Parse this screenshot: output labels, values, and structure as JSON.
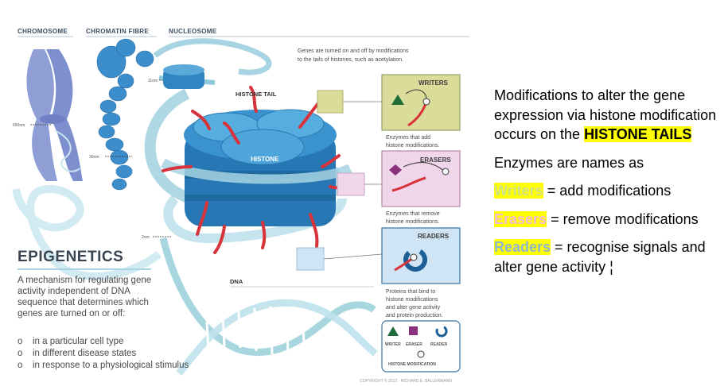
{
  "figure": {
    "headers": [
      "CHROMOSOME",
      "CHROMATIN FIBRE",
      "NUCLEOSOME"
    ],
    "intro": [
      "Genes are turned on and off by modifications",
      "to the tails of histones, such as acetylation."
    ],
    "scale_labels": [
      "11nm",
      "650nm",
      "30nm",
      "2nm"
    ],
    "histone_tail_label": "HISTONE TAIL",
    "histone_label": "HISTONE",
    "dna_label": "DNA",
    "writers": {
      "title": "WRITERS",
      "caption": [
        "Enzymes that add",
        "histone modifications."
      ]
    },
    "erasers": {
      "title": "ERASERS",
      "caption": [
        "Enzymes that remove",
        "histone modifications."
      ]
    },
    "readers": {
      "title": "READERS",
      "caption": [
        "Proteins that bind to",
        "histone modifications",
        "and alter gene activity",
        "and protein production."
      ]
    },
    "legend": {
      "writer": "WRITER",
      "eraser": "ERASER",
      "reader": "READER",
      "histone_mod": "HISTONE MODIFICATION"
    },
    "copyright": "COPYRIGHT © 2012 · RICHARD E. BALLERMANN",
    "title": "EPIGENETICS",
    "description": "A mechanism for regulating gene activity independent of DNA sequence that determines which genes are turned on or off:",
    "list": [
      "in a particular cell type",
      "in different disease states",
      "in response to a physiological stimulus"
    ],
    "list_bullet": "o",
    "colors": {
      "writers_bg": "#dcdc9a",
      "erasers_bg": "#f0d6ea",
      "readers_bg": "#cfe4f4",
      "histone": "#2f86c0",
      "tail": "#d8333b",
      "dna": "#9fd1dc"
    }
  },
  "notes": {
    "p1_before": "Modifications to alter the gene expression via histone modification occurs on the ",
    "p1_highlight": "HISTONE TAILS",
    "p2": "Enzymes are names as",
    "writers_word": "Writers",
    "writers_rest": " = add modifications",
    "erasers_word": "Erasers",
    "erasers_rest": " = remove modifications",
    "readers_word": "Readers",
    "readers_rest": " = recognise signals and alter gene activity",
    "trailing_mark": "¦"
  }
}
